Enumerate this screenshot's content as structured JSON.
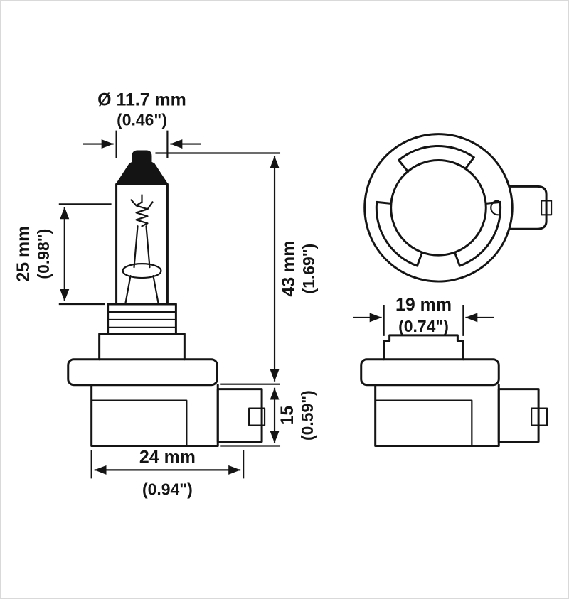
{
  "diagram": {
    "subject": "halogen bulb technical drawing, three views with dimensions",
    "background": "#ffffff",
    "line_color": "#141414",
    "dimensions": {
      "bulb_diameter": {
        "metric": "Ø 11.7 mm",
        "imperial": "(0.46\")"
      },
      "glass_length": {
        "metric": "25 mm",
        "imperial": "(0.98\")"
      },
      "overall_length": {
        "metric": "43 mm",
        "imperial": "(1.69\")"
      },
      "base_height": {
        "metric": "15",
        "imperial": "(0.59\")"
      },
      "base_width": {
        "metric": "24 mm",
        "imperial": "(0.94\")"
      },
      "collar_width": {
        "metric": "19 mm",
        "imperial": "(0.74\")"
      }
    }
  }
}
